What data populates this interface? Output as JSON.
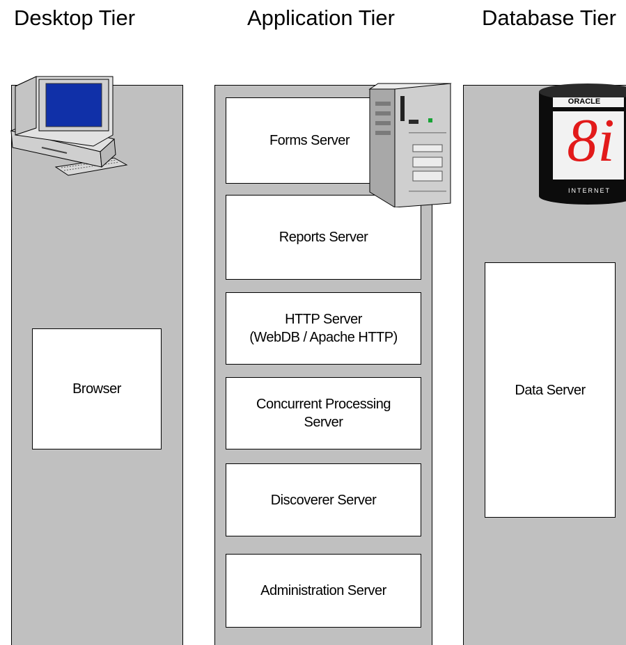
{
  "tiers": {
    "desktop": {
      "title": "Desktop Tier",
      "boxes": [
        "Browser"
      ]
    },
    "application": {
      "title": "Application Tier",
      "boxes": [
        {
          "line1": "Forms Server",
          "line2": ""
        },
        {
          "line1": "Reports Server",
          "line2": ""
        },
        {
          "line1": "HTTP Server",
          "line2": "(WebDB / Apache HTTP)"
        },
        {
          "line1": "Concurrent Processing",
          "line2": "Server"
        },
        {
          "line1": "Discoverer Server",
          "line2": ""
        },
        {
          "line1": "Administration Server",
          "line2": ""
        }
      ]
    },
    "database": {
      "title": "Database Tier",
      "boxes": [
        "Data Server"
      ]
    }
  },
  "logo": {
    "brand": "ORACLE",
    "version": "8i",
    "subtitle": "INTERNET"
  },
  "colors": {
    "column_fill": "#c0c0c0",
    "box_fill": "#ffffff",
    "screen_blue": "#1030a8",
    "logo_red": "#e21a1a"
  }
}
